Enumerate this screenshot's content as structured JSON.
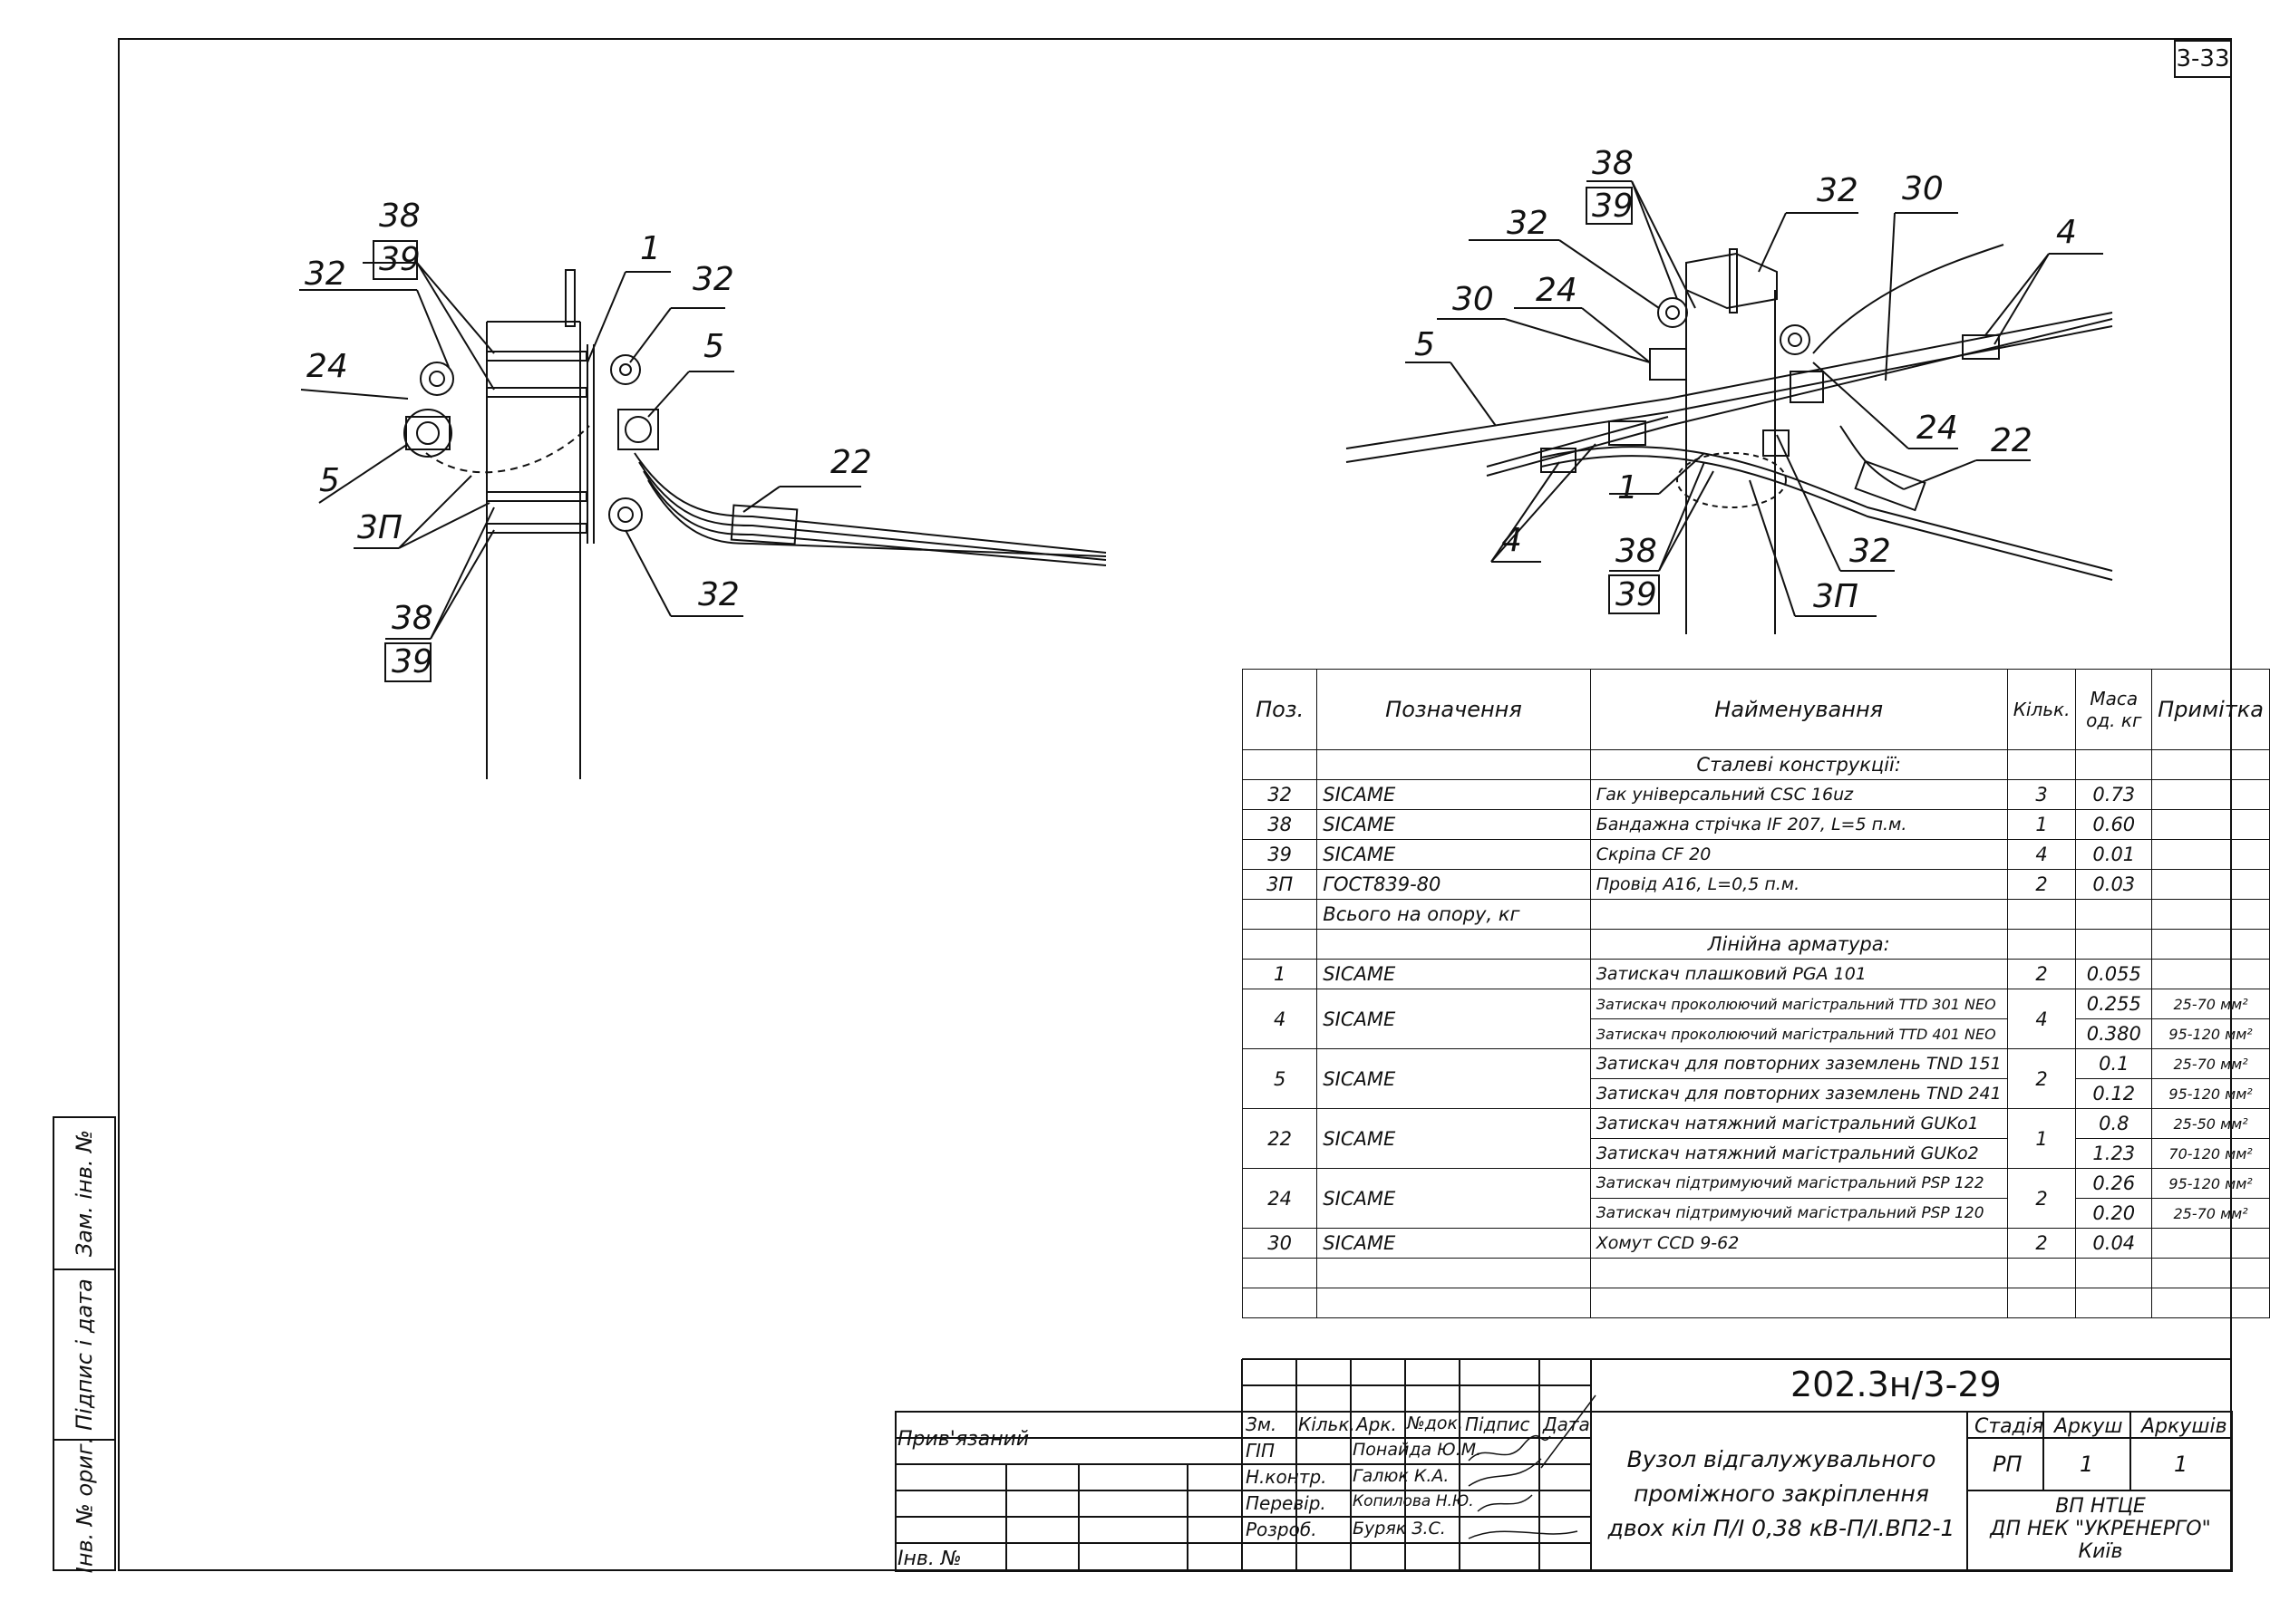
{
  "sheet_number": "3-33",
  "side_stamp": {
    "zam_inv": "Зам. інв. №",
    "pidpys": "Підпис і дата",
    "inv_orig": "Інв. № ориг."
  },
  "left_view_labels": {
    "l38a": "38",
    "l39a": "39",
    "l32a": "32",
    "l24": "24",
    "l5a": "5",
    "l3p": "3П",
    "l1": "1",
    "l32b": "32",
    "l5b": "5",
    "l22": "22",
    "l32c": "32",
    "l38b": "38",
    "l39b": "39"
  },
  "right_view_labels": {
    "r38a": "38",
    "r39a": "39",
    "r32a": "32",
    "r32b": "32",
    "r30a": "30",
    "r30b": "30",
    "r24a": "24",
    "r5": "5",
    "r4a": "4",
    "r24b": "24",
    "r22": "22",
    "r1": "1",
    "r4b": "4",
    "r38b": "38",
    "r39b": "39",
    "r32c": "32",
    "r3p": "3П"
  },
  "spec_table": {
    "headers": {
      "pos": "Поз.",
      "designation": "Позначення",
      "name": "Найменування",
      "qty": "Кільк.",
      "mass": "Маса од. кг",
      "note": "Примітка"
    },
    "section1": "Сталеві конструкції:",
    "rows1": [
      {
        "pos": "32",
        "des": "SICAME",
        "name": "Гак універсальний CSC 16uz",
        "qty": "3",
        "mass": "0.73",
        "note": ""
      },
      {
        "pos": "38",
        "des": "SICAME",
        "name": "Бандажна стрічка IF 207, L=5 п.м.",
        "qty": "1",
        "mass": "0.60",
        "note": ""
      },
      {
        "pos": "39",
        "des": "SICAME",
        "name": "Скрiпа CF 20",
        "qty": "4",
        "mass": "0.01",
        "note": ""
      },
      {
        "pos": "3П",
        "des": "ГОСТ839-80",
        "name": "Провід А16, L=0,5 п.м.",
        "qty": "2",
        "mass": "0.03",
        "note": ""
      }
    ],
    "total_label": "Всього на опору, кг",
    "section2": "Лінійна арматура:",
    "r1": {
      "pos": "1",
      "des": "SICAME",
      "name": "Затискач плашковий PGA 101",
      "qty": "2",
      "mass": "0.055"
    },
    "r4": {
      "pos": "4",
      "des": "SICAME",
      "qty": "4",
      "name_a": "Затискач проколюючий магістральний TTD 301 NEO",
      "mass_a": "0.255",
      "note_a": "25-70 мм²",
      "name_b": "Затискач проколюючий магістральний TTD 401 NEO",
      "mass_b": "0.380",
      "note_b": "95-120 мм²"
    },
    "r5": {
      "pos": "5",
      "des": "SICAME",
      "qty": "2",
      "name_a": "Затискач для повторних заземлень TND 151",
      "mass_a": "0.1",
      "note_a": "25-70 мм²",
      "name_b": "Затискач для повторних заземлень TND 241",
      "mass_b": "0.12",
      "note_b": "95-120 мм²"
    },
    "r22": {
      "pos": "22",
      "des": "SICAME",
      "qty": "1",
      "name_a": "Затискач натяжний магістральний GUKo1",
      "mass_a": "0.8",
      "note_a": "25-50 мм²",
      "name_b": "Затискач натяжний магістральний GUKo2",
      "mass_b": "1.23",
      "note_b": "70-120 мм²"
    },
    "r24": {
      "pos": "24",
      "des": "SICAME",
      "qty": "2",
      "name_a": "Затискач підтримуючий магістральний PSP 122",
      "mass_a": "0.26",
      "note_a": "95-120 мм²",
      "name_b": "Затискач підтримуючий магістральний PSP 120",
      "mass_b": "0.20",
      "note_b": "25-70 мм²"
    },
    "r30": {
      "pos": "30",
      "des": "SICAME",
      "name": "Хомут CCD 9-62",
      "qty": "2",
      "mass": "0.04"
    }
  },
  "title_block": {
    "doc_code": "202.3н/3-29",
    "privyazanyi": "Прив'язаний",
    "inv_no": "Інв. №",
    "hdr": {
      "zm": "Зм.",
      "kilk": "Кільк.",
      "ark": "Арк.",
      "ndok": "№док.",
      "pidpys": "Підпис",
      "data": "Дата"
    },
    "roles": [
      {
        "role": "ГІП",
        "name": "Понайда Ю.М."
      },
      {
        "role": "Н.контр.",
        "name": "Галюк К.А."
      },
      {
        "role": "Перевір.",
        "name": "Копилова Н.Ю."
      },
      {
        "role": "Розроб.",
        "name": "Буряк З.С."
      }
    ],
    "title_lines": [
      "Вузол відгалужувального",
      "проміжного закріплення",
      "двох кіл П/І 0,38 кВ-П/І.ВП2-1"
    ],
    "stage_hdr": "Стадія",
    "sheet_hdr": "Аркуш",
    "sheets_hdr": "Аркушів",
    "stage": "РП",
    "sheet": "1",
    "sheets": "1",
    "org_lines": [
      "ВП НТЦЕ",
      "ДП НЕК \"УКРЕНЕРГО\"",
      "Київ"
    ]
  }
}
